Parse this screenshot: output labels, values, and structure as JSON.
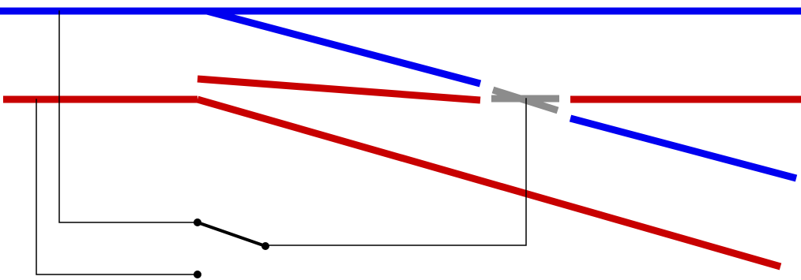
{
  "colors": {
    "rail_blue": "#0000f0",
    "rail_red": "#c80000",
    "frog_gray": "#8c8c8c",
    "wire": "#000000",
    "switch_blade": "#000000",
    "background": "#ffffff"
  },
  "components": {
    "rail_a": "blue-rail",
    "rail_b": "red-rail",
    "frog": "insulated-frog",
    "switch": "spdt-toggle-switch"
  }
}
